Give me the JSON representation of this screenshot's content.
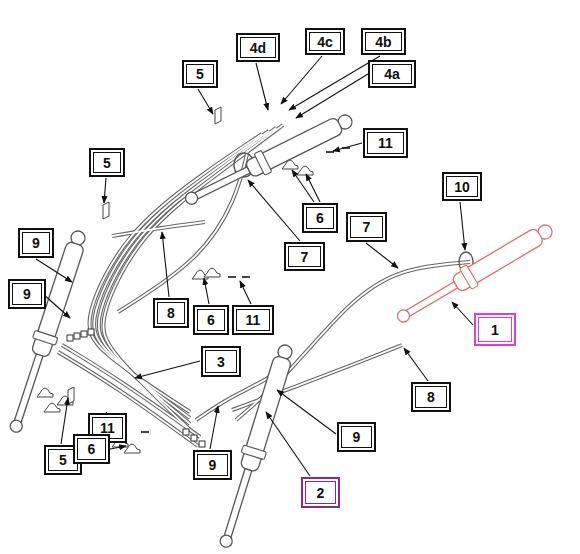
{
  "diagram": {
    "nodes": [
      {
        "text": [
          "4d"
        ]
      },
      {
        "text": [
          "4c"
        ]
      },
      {
        "text": [
          "4b"
        ]
      },
      {
        "text": [
          "4a"
        ]
      },
      {
        "text": [
          "5"
        ]
      },
      {
        "text": [
          "5"
        ]
      },
      {
        "text": [
          "11"
        ]
      },
      {
        "text": [
          "9"
        ]
      },
      {
        "text": [
          "10"
        ]
      },
      {
        "text": [
          "7"
        ]
      },
      {
        "text": [
          "6"
        ]
      },
      {
        "text": [
          "7"
        ]
      },
      {
        "text": [
          "9"
        ]
      },
      {
        "text": [
          "8"
        ]
      },
      {
        "text": [
          "6"
        ]
      },
      {
        "text": [
          "11"
        ]
      },
      {
        "text": [
          "1"
        ]
      },
      {
        "text": [
          "3"
        ]
      },
      {
        "text": [
          "8"
        ]
      },
      {
        "text": [
          "11"
        ]
      },
      {
        "text": [
          "9"
        ]
      },
      {
        "text": [
          "5"
        ]
      },
      {
        "text": [
          "6"
        ]
      },
      {
        "text": [
          "9"
        ]
      },
      {
        "text": [
          "2"
        ]
      }
    ]
  }
}
